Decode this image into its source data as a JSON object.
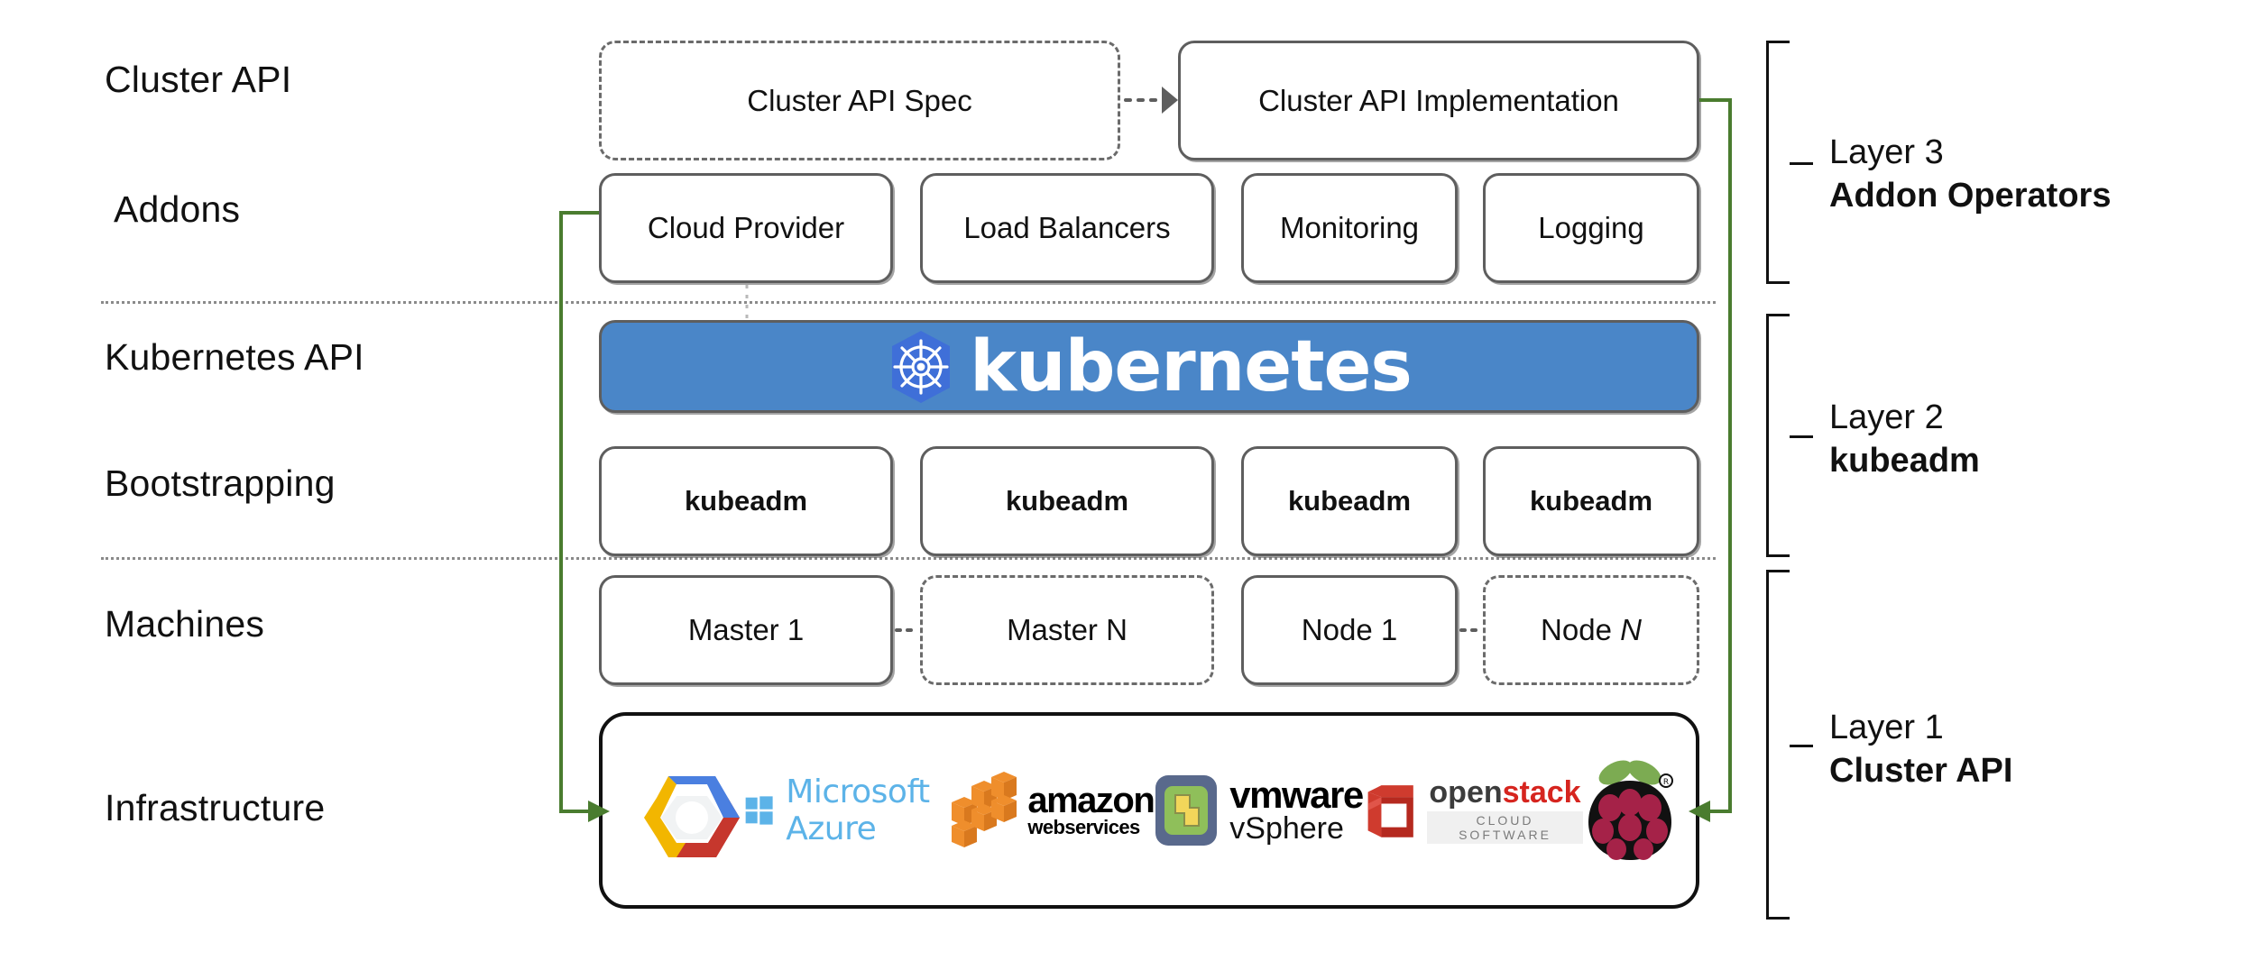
{
  "diagram": {
    "title": "Kubernetes Cluster API layered architecture",
    "accent_green": "#4a7c2f",
    "k8s_blue": "#4a86c8",
    "k8s_logo_blue": "#3f6fd8",
    "border_gray": "#5e5e5e",
    "separator_gray": "#8a8a8a"
  },
  "row_labels": [
    {
      "id": "cluster-api",
      "text": "Cluster API"
    },
    {
      "id": "addons",
      "text": "Addons"
    },
    {
      "id": "kubernetes-api",
      "text": "Kubernetes API"
    },
    {
      "id": "bootstrapping",
      "text": "Bootstrapping"
    },
    {
      "id": "machines",
      "text": "Machines"
    },
    {
      "id": "infrastructure",
      "text": "Infrastructure"
    }
  ],
  "cluster_api_row": {
    "spec": {
      "label": "Cluster API Spec",
      "style": "dashed"
    },
    "implementation": {
      "label": "Cluster API Implementation",
      "style": "solid"
    },
    "connector": "dotted-arrow-right"
  },
  "addons_row": [
    {
      "label": "Cloud Provider",
      "style": "solid"
    },
    {
      "label": "Load Balancers",
      "style": "solid"
    },
    {
      "label": "Monitoring",
      "style": "solid"
    },
    {
      "label": "Logging",
      "style": "solid"
    }
  ],
  "kubernetes_banner": {
    "wordmark": "kubernetes",
    "logo": "kubernetes-helm-wheel"
  },
  "bootstrapping_row": [
    {
      "label": "kubeadm",
      "style": "solid"
    },
    {
      "label": "kubeadm",
      "style": "solid"
    },
    {
      "label": "kubeadm",
      "style": "solid"
    },
    {
      "label": "kubeadm",
      "style": "solid"
    }
  ],
  "machines_row": [
    {
      "label": "Master 1",
      "style": "solid",
      "italic_suffix": ""
    },
    {
      "label": "Master N",
      "style": "dashed",
      "italic_suffix": ""
    },
    {
      "label": "Node 1",
      "style": "solid",
      "italic_suffix": ""
    },
    {
      "label": "Node ",
      "style": "dashed",
      "italic_suffix": "N"
    }
  ],
  "infrastructure_row": {
    "providers": [
      {
        "name": "google-cloud-platform",
        "text": ""
      },
      {
        "name": "microsoft-azure",
        "text": "Microsoft Azure"
      },
      {
        "name": "amazon-web-services",
        "text_top": "amazon",
        "text_bottom": "webservices"
      },
      {
        "name": "vmware-vsphere",
        "text_top": "vmware",
        "text_bottom": "vSphere"
      },
      {
        "name": "openstack",
        "text_top_a": "open",
        "text_top_b": "stack",
        "text_bottom": "CLOUD SOFTWARE"
      },
      {
        "name": "raspberry-pi",
        "text": ""
      }
    ]
  },
  "layers": [
    {
      "id": "layer-3",
      "line1": "Layer 3",
      "line2": "Addon Operators"
    },
    {
      "id": "layer-2",
      "line1": "Layer 2",
      "line2": "kubeadm"
    },
    {
      "id": "layer-1",
      "line1": "Layer 1",
      "line2": "Cluster API"
    }
  ]
}
